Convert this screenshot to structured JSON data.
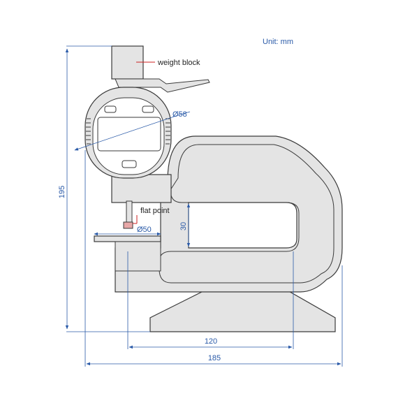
{
  "unit_label": "Unit: mm",
  "parts": {
    "weight_block": "weight block",
    "flat_point": "flat point"
  },
  "dimensions": {
    "dial_diameter": "Ø58",
    "anvil_diameter": "Ø50",
    "throat_gap": "30",
    "overall_height": "195",
    "throat_depth": "120",
    "overall_length": "185"
  },
  "colors": {
    "dimension": "#2a5aa8",
    "leader": "#cc2222",
    "body_fill": "#e4e4e4",
    "outline": "#3a3a3a"
  }
}
